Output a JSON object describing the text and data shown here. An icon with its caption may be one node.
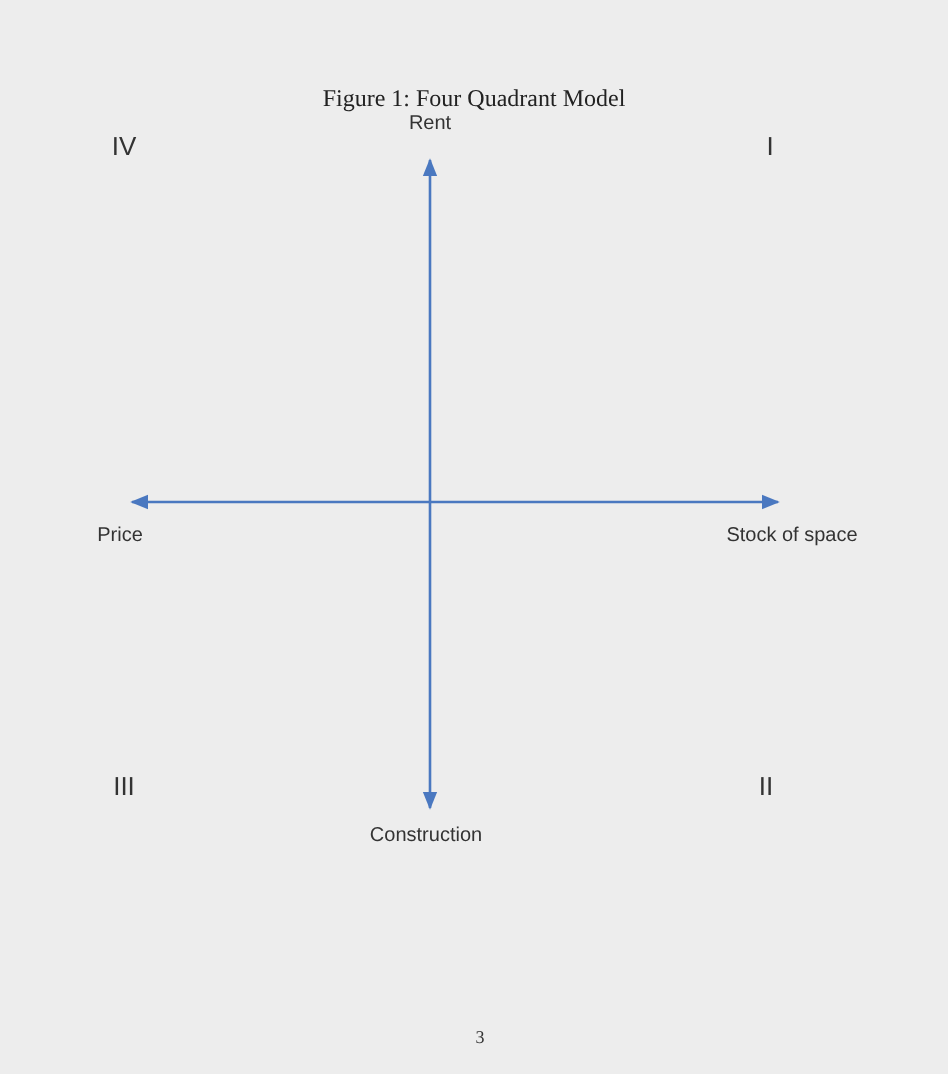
{
  "diagram": {
    "title": "Figure 1: Four Quadrant Model",
    "labels": [
      "Rent",
      "IV",
      "I",
      "Price",
      "Stock of space",
      "III",
      "II",
      "Construction",
      "3"
    ]
  }
}
